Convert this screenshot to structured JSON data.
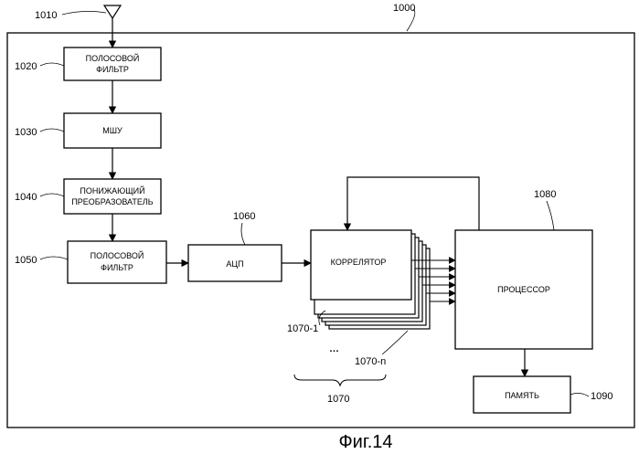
{
  "diagram": {
    "caption": "Фиг.14",
    "refs": {
      "device": "1000",
      "antenna": "1010",
      "bpf1": "1020",
      "lna": "1030",
      "downconverter": "1040",
      "bpf2": "1050",
      "adc": "1060",
      "correlator_group": "1070",
      "correlator_first": "1070-1",
      "correlator_last": "1070-n",
      "processor": "1080",
      "memory": "1090"
    },
    "blocks": {
      "bpf1_line1": "ПОЛОСОВОЙ",
      "bpf1_line2": "ФИЛЬТР",
      "lna": "МШУ",
      "downconverter_line1": "ПОНИЖАЮЩИЙ",
      "downconverter_line2": "ПРЕОБРАЗОВАТЕЛЬ",
      "bpf2_line1": "ПОЛОСОВОЙ",
      "bpf2_line2": "ФИЛЬТР",
      "adc": "АЦП",
      "correlator": "КОРРЕЛЯТОР",
      "processor": "ПРОЦЕССОР",
      "memory": "ПАМЯТЬ"
    },
    "ellipsis": "…"
  }
}
